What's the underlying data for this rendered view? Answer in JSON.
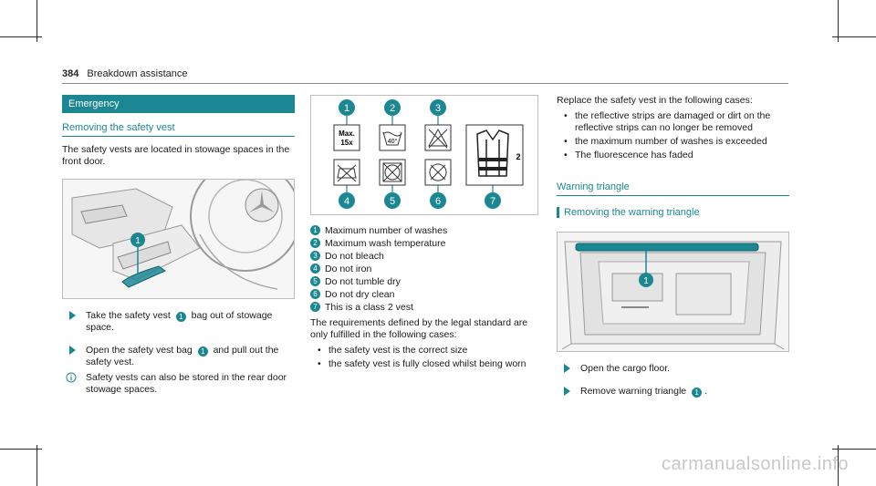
{
  "header": {
    "page_number": "384",
    "title": "Breakdown assistance"
  },
  "left": {
    "banner": "Emergency",
    "subheading": "Removing the safety vest",
    "intro": "The safety vests are located in stowage spaces in the front door.",
    "callout": "1",
    "step1": {
      "before": "Take the safety vest",
      "badge": "1",
      "after": "bag out of stowage space."
    },
    "step2": {
      "before": "Open the safety vest bag",
      "badge": "1",
      "after": "and pull out the safety vest."
    },
    "note": "Safety vests can also be stored in the rear door stowage spaces."
  },
  "middle": {
    "figure": {
      "callouts": [
        "1",
        "2",
        "3",
        "4",
        "5",
        "6",
        "7"
      ],
      "max_label_line1": "Max.",
      "max_label_line2": "15x",
      "temp_label": "40°",
      "class_label": "2"
    },
    "legend": [
      {
        "num": "1",
        "text": "Maximum number of washes"
      },
      {
        "num": "2",
        "text": "Maximum wash temperature"
      },
      {
        "num": "3",
        "text": "Do not bleach"
      },
      {
        "num": "4",
        "text": "Do not iron"
      },
      {
        "num": "5",
        "text": "Do not tumble dry"
      },
      {
        "num": "6",
        "text": "Do not dry clean"
      },
      {
        "num": "7",
        "text": "This is a class 2 vest"
      }
    ],
    "requirements": "The requirements defined by the legal standard are only fulfilled in the following cases:",
    "bullets": [
      "the safety vest is the correct size",
      "the safety vest is fully closed whilst being worn"
    ]
  },
  "right": {
    "intro": "Replace the safety vest in the following cases:",
    "bullets": [
      "the reflective strips are damaged or dirt on the reflective strips can no longer be removed",
      "the maximum number of washes is exceeded",
      "The fluorescence has faded"
    ],
    "subheading": "Warning triangle",
    "subheading2": "Removing the warning triangle",
    "callout": "1",
    "step1": "Open the cargo floor.",
    "step2": {
      "before": "Remove warning triangle",
      "badge": "1",
      "after": "."
    }
  },
  "watermark": "carmanualsonline.info",
  "colors": {
    "accent": "#1b8793"
  }
}
